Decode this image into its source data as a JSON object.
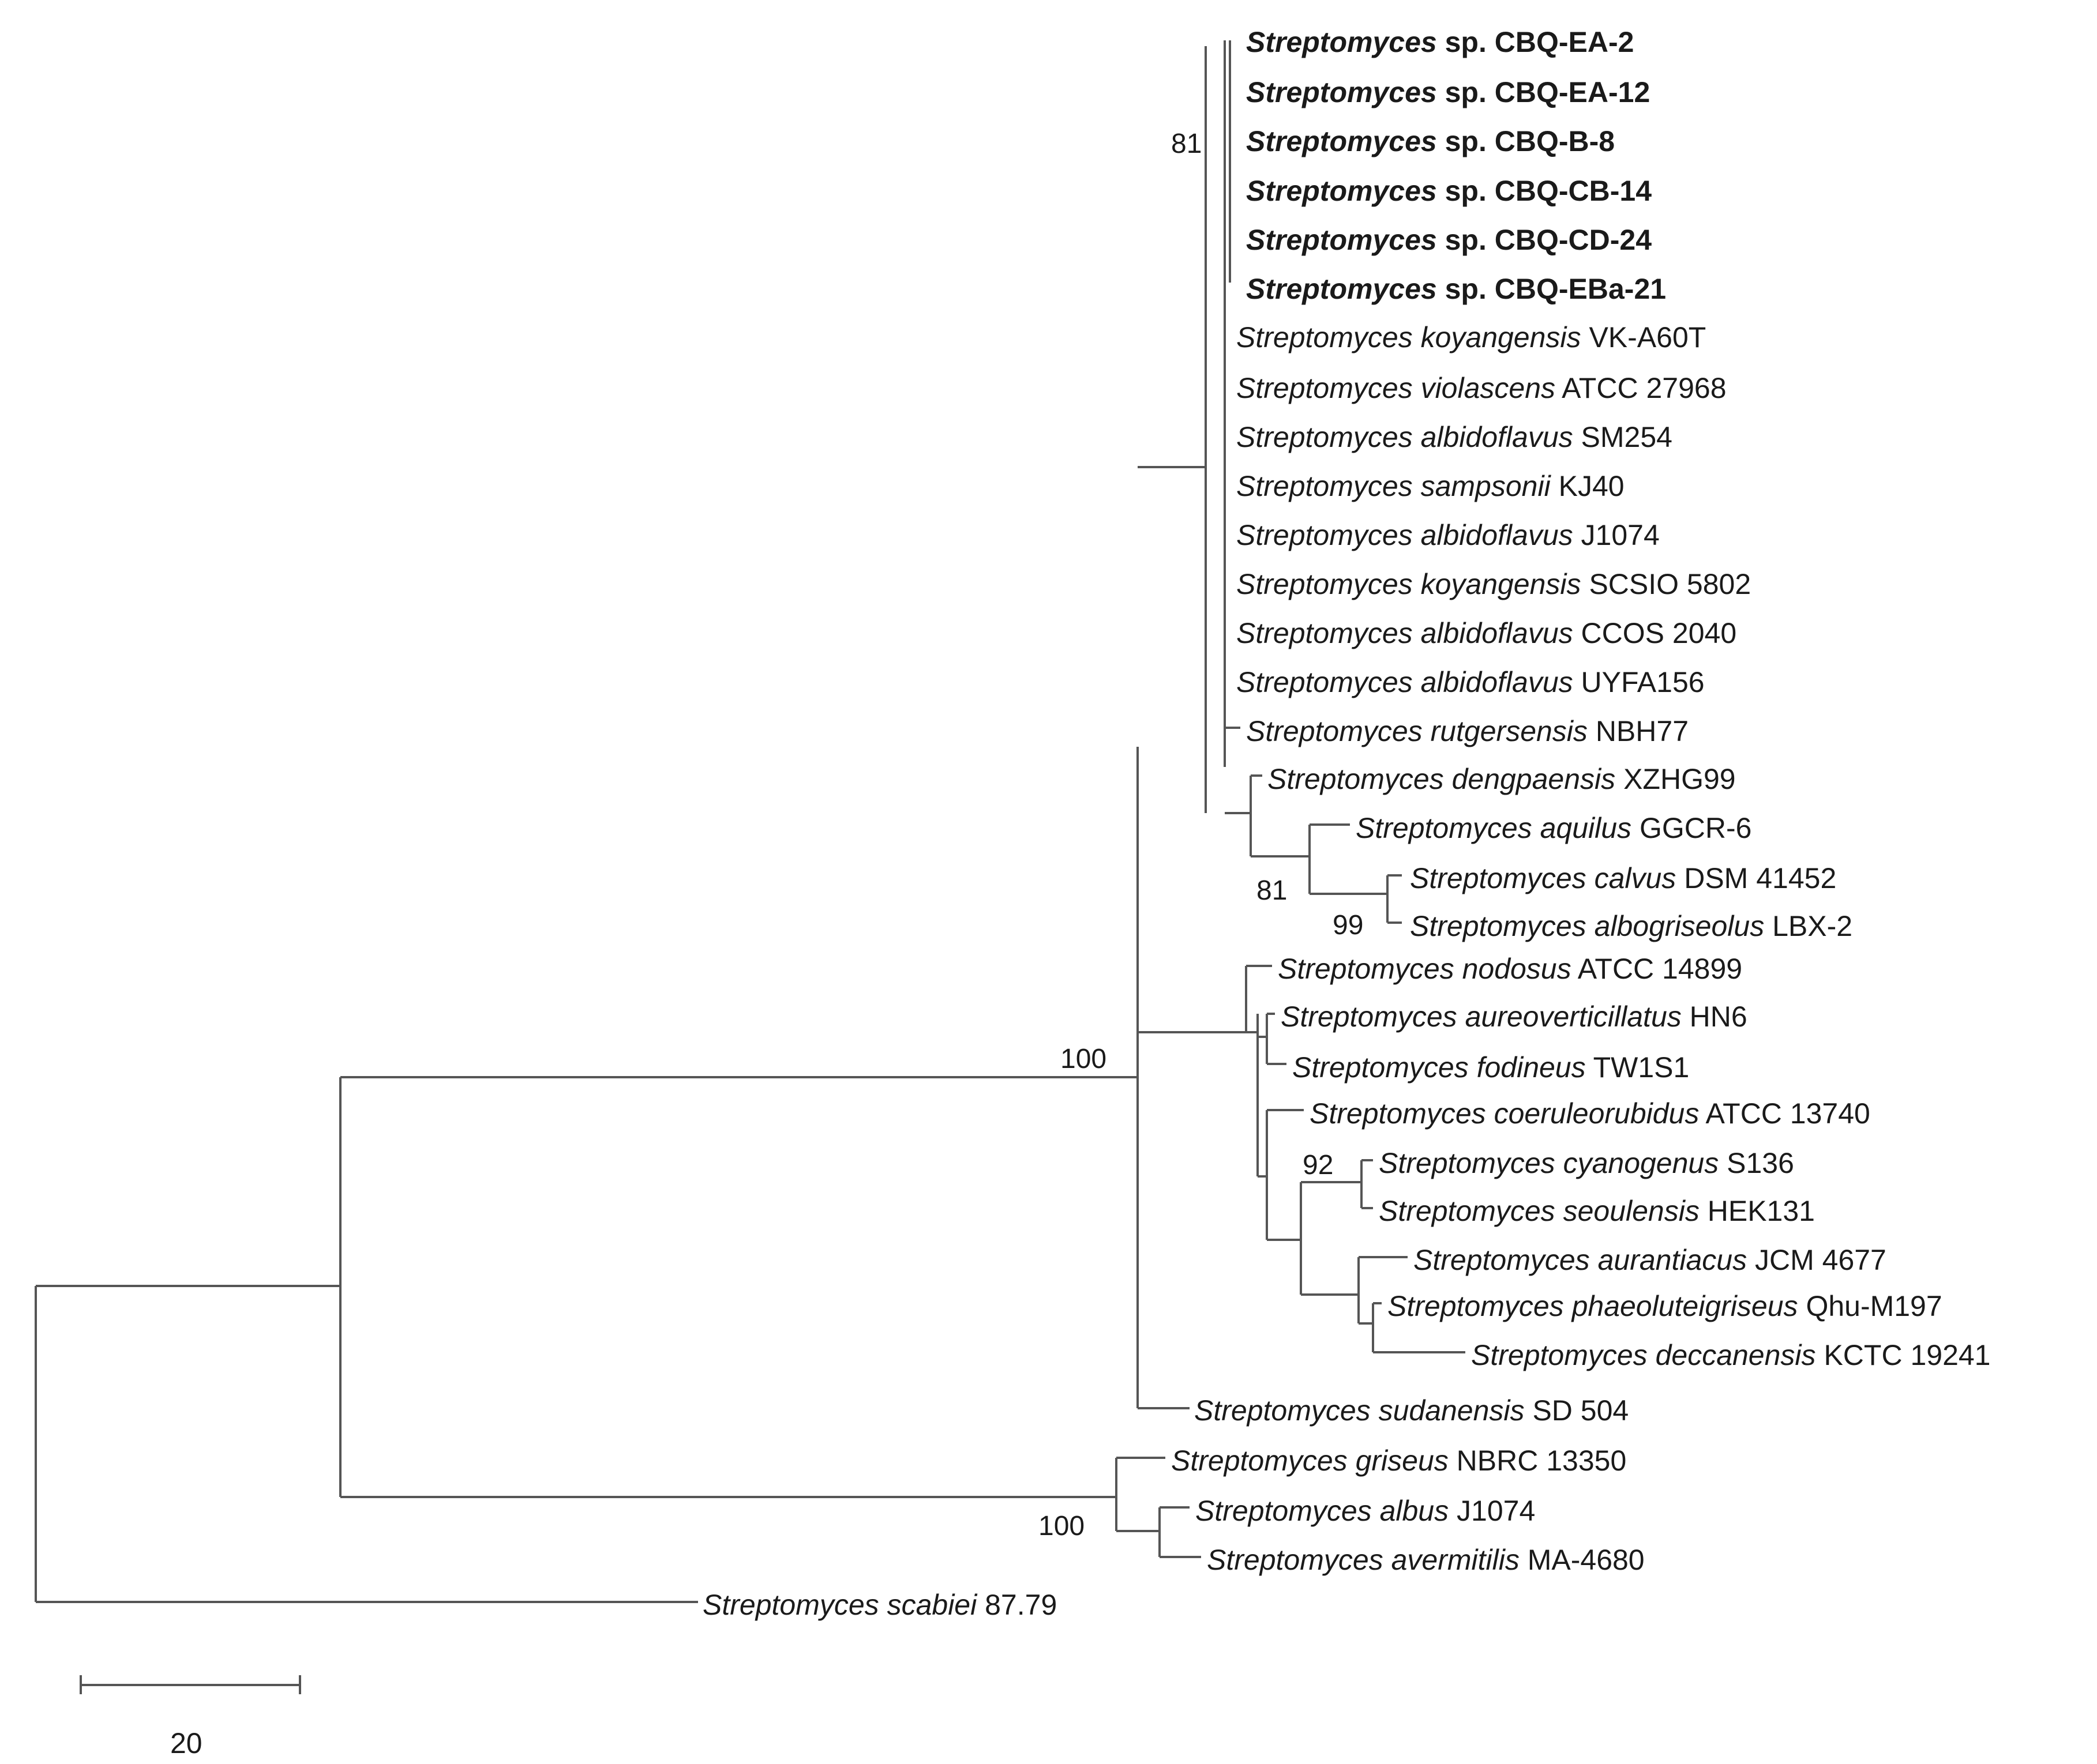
{
  "taxa": [
    {
      "genus": "Streptomyces",
      "species": "sp.",
      "strain": "CBQ-EA-2",
      "bold": true
    },
    {
      "genus": "Streptomyces",
      "species": "sp.",
      "strain": "CBQ-EA-12",
      "bold": true
    },
    {
      "genus": "Streptomyces",
      "species": "sp.",
      "strain": "CBQ-B-8",
      "bold": true
    },
    {
      "genus": "Streptomyces",
      "species": "sp.",
      "strain": "CBQ-CB-14",
      "bold": true
    },
    {
      "genus": "Streptomyces",
      "species": "sp.",
      "strain": "CBQ-CD-24",
      "bold": true
    },
    {
      "genus": "Streptomyces",
      "species": "sp.",
      "strain": "CBQ-EBa-21",
      "bold": true
    },
    {
      "genus": "Streptomyces",
      "species": "koyangensis",
      "strain": "VK-A60T"
    },
    {
      "genus": "Streptomyces",
      "species": "violascens",
      "strain": "ATCC 27968"
    },
    {
      "genus": "Streptomyces",
      "species": "albidoflavus",
      "strain": "SM254"
    },
    {
      "genus": "Streptomyces",
      "species": "sampsonii",
      "strain": "KJ40"
    },
    {
      "genus": "Streptomyces",
      "species": "albidoflavus",
      "strain": "J1074"
    },
    {
      "genus": "Streptomyces",
      "species": "koyangensis",
      "strain": "SCSIO 5802"
    },
    {
      "genus": "Streptomyces",
      "species": "albidoflavus",
      "strain": "CCOS 2040"
    },
    {
      "genus": "Streptomyces",
      "species": "albidoflavus",
      "strain": "UYFA156"
    },
    {
      "genus": "Streptomyces",
      "species": "rutgersensis",
      "strain": "NBH77"
    },
    {
      "genus": "Streptomyces",
      "species": "dengpaensis",
      "strain": "XZHG99"
    },
    {
      "genus": "Streptomyces",
      "species": "aquilus",
      "strain": "GGCR-6"
    },
    {
      "genus": "Streptomyces",
      "species": "calvus",
      "strain": "DSM 41452"
    },
    {
      "genus": "Streptomyces",
      "species": "albogriseolus",
      "strain": "LBX-2"
    },
    {
      "genus": "Streptomyces",
      "species": "nodosus",
      "strain": "ATCC 14899"
    },
    {
      "genus": "Streptomyces",
      "species": "aureoverticillatus",
      "strain": "HN6"
    },
    {
      "genus": "Streptomyces",
      "species": "fodineus",
      "strain": "TW1S1"
    },
    {
      "genus": "Streptomyces",
      "species": "coeruleorubidus",
      "strain": "ATCC 13740"
    },
    {
      "genus": "Streptomyces",
      "species": "cyanogenus",
      "strain": "S136"
    },
    {
      "genus": "Streptomyces",
      "species": "seoulensis",
      "strain": "HEK131"
    },
    {
      "genus": "Streptomyces",
      "species": "aurantiacus",
      "strain": "JCM 4677"
    },
    {
      "genus": "Streptomyces",
      "species": "phaeoluteigriseus",
      "strain": "Qhu-M197"
    },
    {
      "genus": "Streptomyces",
      "species": "deccanensis",
      "strain": "KCTC 19241"
    },
    {
      "genus": "Streptomyces",
      "species": "sudanensis",
      "strain": "SD 504"
    },
    {
      "genus": "Streptomyces",
      "species": "griseus",
      "strain": "NBRC 13350"
    },
    {
      "genus": "Streptomyces",
      "species": "albus",
      "strain": "J1074"
    },
    {
      "genus": "Streptomyces",
      "species": "avermitilis",
      "strain": "MA-4680"
    },
    {
      "genus": "Streptomyces",
      "species": "scabiei",
      "strain": "87.79"
    }
  ],
  "support_values": [
    "81",
    "81",
    "99",
    "100",
    "92",
    "100"
  ],
  "scale_bar": {
    "label": "20"
  },
  "colors": {
    "branch": "#555555",
    "text": "#1a1a1a"
  }
}
